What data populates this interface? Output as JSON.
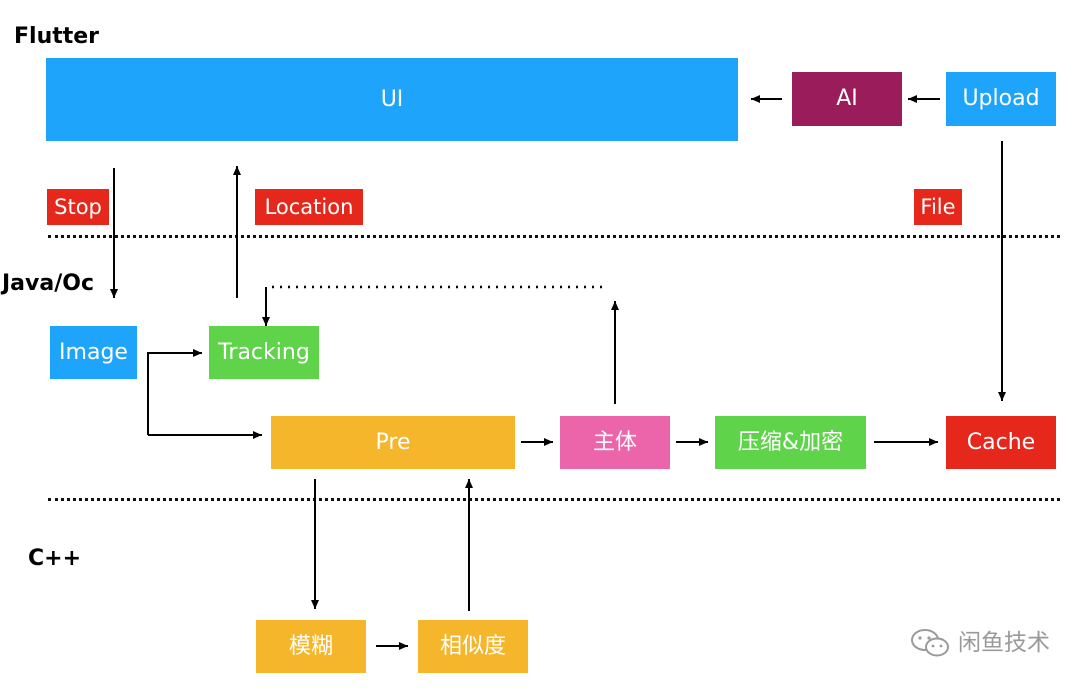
{
  "layers": {
    "flutter": "Flutter",
    "java_oc": "Java/Oc",
    "cpp": "C++"
  },
  "boxes": {
    "ui": "UI",
    "ai": "AI",
    "upload": "Upload",
    "image": "Image",
    "tracking": "Tracking",
    "pre": "Pre",
    "subject": "主体",
    "compress_encrypt": "压缩&加密",
    "cache": "Cache",
    "blur": "模糊",
    "similarity": "相似度"
  },
  "tags": {
    "stop": "Stop",
    "location": "Location",
    "file": "File"
  },
  "watermark": {
    "text": "闲鱼技术",
    "icon": "wechat-icon"
  },
  "colors": {
    "blue": "#1ea5fb",
    "maroon": "#9a1c5a",
    "green": "#5fd34a",
    "orange": "#f6b62b",
    "pink": "#ec64aa",
    "red": "#e5271c"
  }
}
